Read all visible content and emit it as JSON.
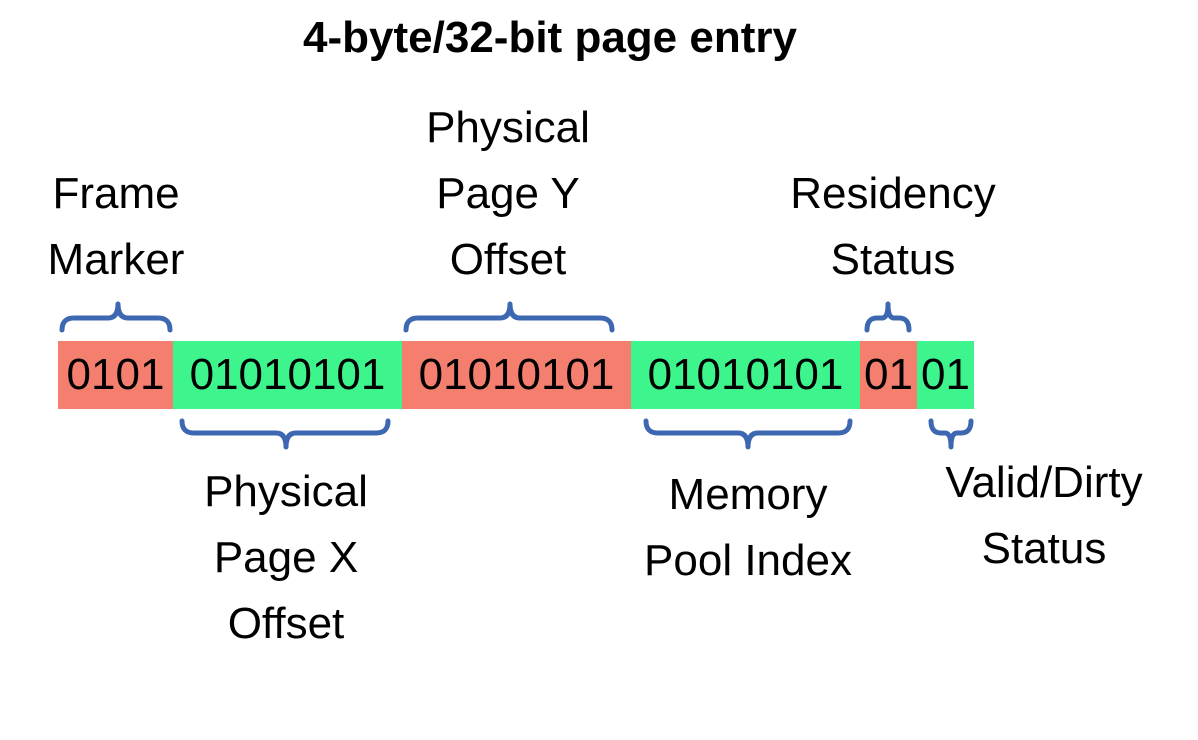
{
  "title": "4-byte/32-bit page entry",
  "colors": {
    "red_field": "#f47f6e",
    "green_field": "#3df58c",
    "bracket": "#3d67b1"
  },
  "fields": [
    {
      "name": "Frame Marker",
      "label_lines": [
        "Frame",
        "Marker"
      ],
      "bits": "0101",
      "color": "red",
      "label_position": "above"
    },
    {
      "name": "Physical Page X Offset",
      "label_lines": [
        "Physical",
        "Page X",
        "Offset"
      ],
      "bits": "01010101",
      "color": "green",
      "label_position": "below"
    },
    {
      "name": "Physical Page Y Offset",
      "label_lines": [
        "Physical",
        "Page Y",
        "Offset"
      ],
      "bits": "01010101",
      "color": "red",
      "label_position": "above"
    },
    {
      "name": "Memory Pool Index",
      "label_lines": [
        "Memory",
        "Pool Index"
      ],
      "bits": "01010101",
      "color": "green",
      "label_position": "below"
    },
    {
      "name": "Residency Status",
      "label_lines": [
        "Residency",
        "Status"
      ],
      "bits": "01",
      "color": "red",
      "label_position": "above"
    },
    {
      "name": "Valid/Dirty Status",
      "label_lines": [
        "Valid/Dirty",
        "Status"
      ],
      "bits": "01",
      "color": "green",
      "label_position": "below"
    }
  ]
}
